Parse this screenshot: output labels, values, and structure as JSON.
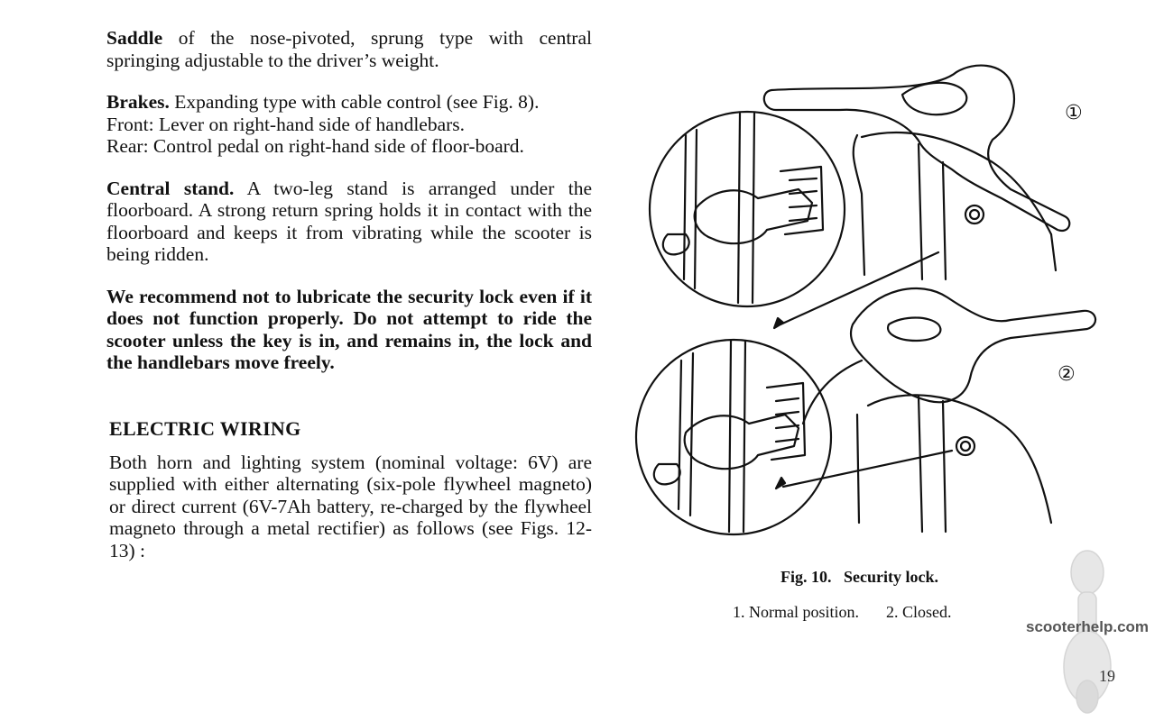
{
  "saddle": {
    "label": "Saddle",
    "lines": [
      " of the nose-pivoted, sprung type with central springing adjustable to the driver’s weight."
    ]
  },
  "brakes": {
    "label": "Brakes.",
    "text": " Expanding type with cable control (see Fig. 8).",
    "front": "Front: Lever on right-hand side of handlebars.",
    "rear": "Rear: Control pedal on right-hand side of floor-board."
  },
  "stand": {
    "label": "Central stand.",
    "text": " A two-leg stand is arranged under the floorboard. A strong return spring holds it in contact with the floorboard and keeps it from vibrating while the scooter is being ridden."
  },
  "warning": "We recommend not to lubricate the security lock even if it does not function properly. Do not attempt to ride the scooter unless the key is in, and remains in, the lock and the handlebars move freely.",
  "wiring": {
    "heading": "ELECTRIC WIRING",
    "text": "Both horn and lighting system (nominal voltage: 6V) are supplied with either alternating (six-pole flywheel magneto) or direct current (6V-7Ah battery, re-charged by the flywheel magneto through a metal rectifier) as follows (see Figs. 12-13) :"
  },
  "figure": {
    "marker1": "①",
    "marker2": "②",
    "caption_fig": "Fig. 10.",
    "caption_title": "Security lock.",
    "legend1": "1. Normal position.",
    "legend2": "2. Closed."
  },
  "watermark": "scooterhelp.com",
  "page_number": "19"
}
